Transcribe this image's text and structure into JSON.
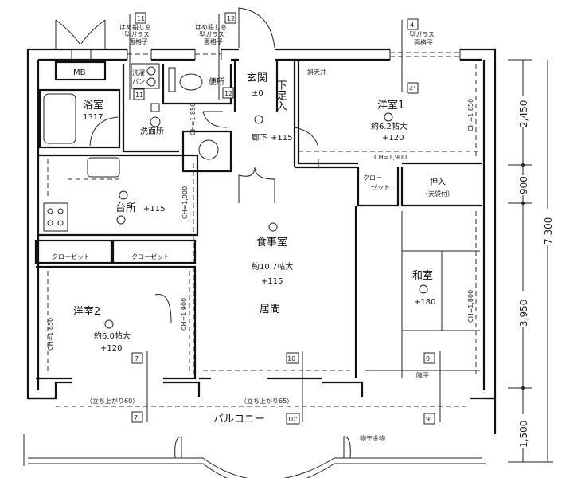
{
  "title": "Apartment floor plan",
  "rooms": {
    "mb": "MB",
    "bath": {
      "name": "浴室",
      "size": "1317"
    },
    "laundry": {
      "name": "洗濯",
      "sub": "パン"
    },
    "washroom": "洗面所",
    "toilet": "便所",
    "entrance": {
      "name": "玄関",
      "level": "±0"
    },
    "shoe_closet": "下足入",
    "hallway": {
      "name": "廊下",
      "level": "+115"
    },
    "western1": {
      "name": "洋室1",
      "area": "約6.2帖大",
      "level": "+120",
      "ch": "CH=1,900",
      "ch2": "CH=1,850",
      "slope": "斜天井"
    },
    "kitchen": {
      "name": "台所",
      "level": "+115",
      "ch": "CH=1,900",
      "ch2": "CH=1,850"
    },
    "closet_a": "クローゼット",
    "closet_b": "クローゼット",
    "closet_c": {
      "l1": "クロー",
      "l2": "ゼット"
    },
    "oshiire": {
      "name": "押入",
      "sub": "（天袋付）"
    },
    "dining": {
      "name": "食事室",
      "area": "約10.7帖大",
      "level": "+115"
    },
    "living": "居間",
    "western2": {
      "name": "洋室2",
      "area": "約6.0帖大",
      "level": "+120",
      "ch": "CH=1,850",
      "ch2": "CH=1,900"
    },
    "washitsu": {
      "name": "和室",
      "level": "+180",
      "ch": "CH=1,800"
    },
    "balcony": "バルコニー",
    "rise60": "（立ち上がり60）",
    "rise65": "（立ち上がり65）",
    "shoji": "障子",
    "hanger": "物干金物"
  },
  "window_notes": {
    "w11": [
      "はめ殺し窓",
      "型ガラス",
      "面格子"
    ],
    "w12": [
      "はめ殺し窓",
      "型ガラス",
      "面格子"
    ],
    "w4": [
      "型ガラス",
      "面格子"
    ]
  },
  "section_markers": {
    "m11": "11",
    "m11b": "11",
    "m12": "12",
    "m12b": "12",
    "m4": "4",
    "m4b": "4'",
    "m7": "7",
    "m7b": "7'",
    "m10": "10",
    "m10b": "10'",
    "m9": "9",
    "m9b": "9'"
  },
  "dimensions": {
    "d1": "2,450",
    "d2": "900",
    "d3": "3,950",
    "d4": "1,500",
    "total": "7,300"
  }
}
